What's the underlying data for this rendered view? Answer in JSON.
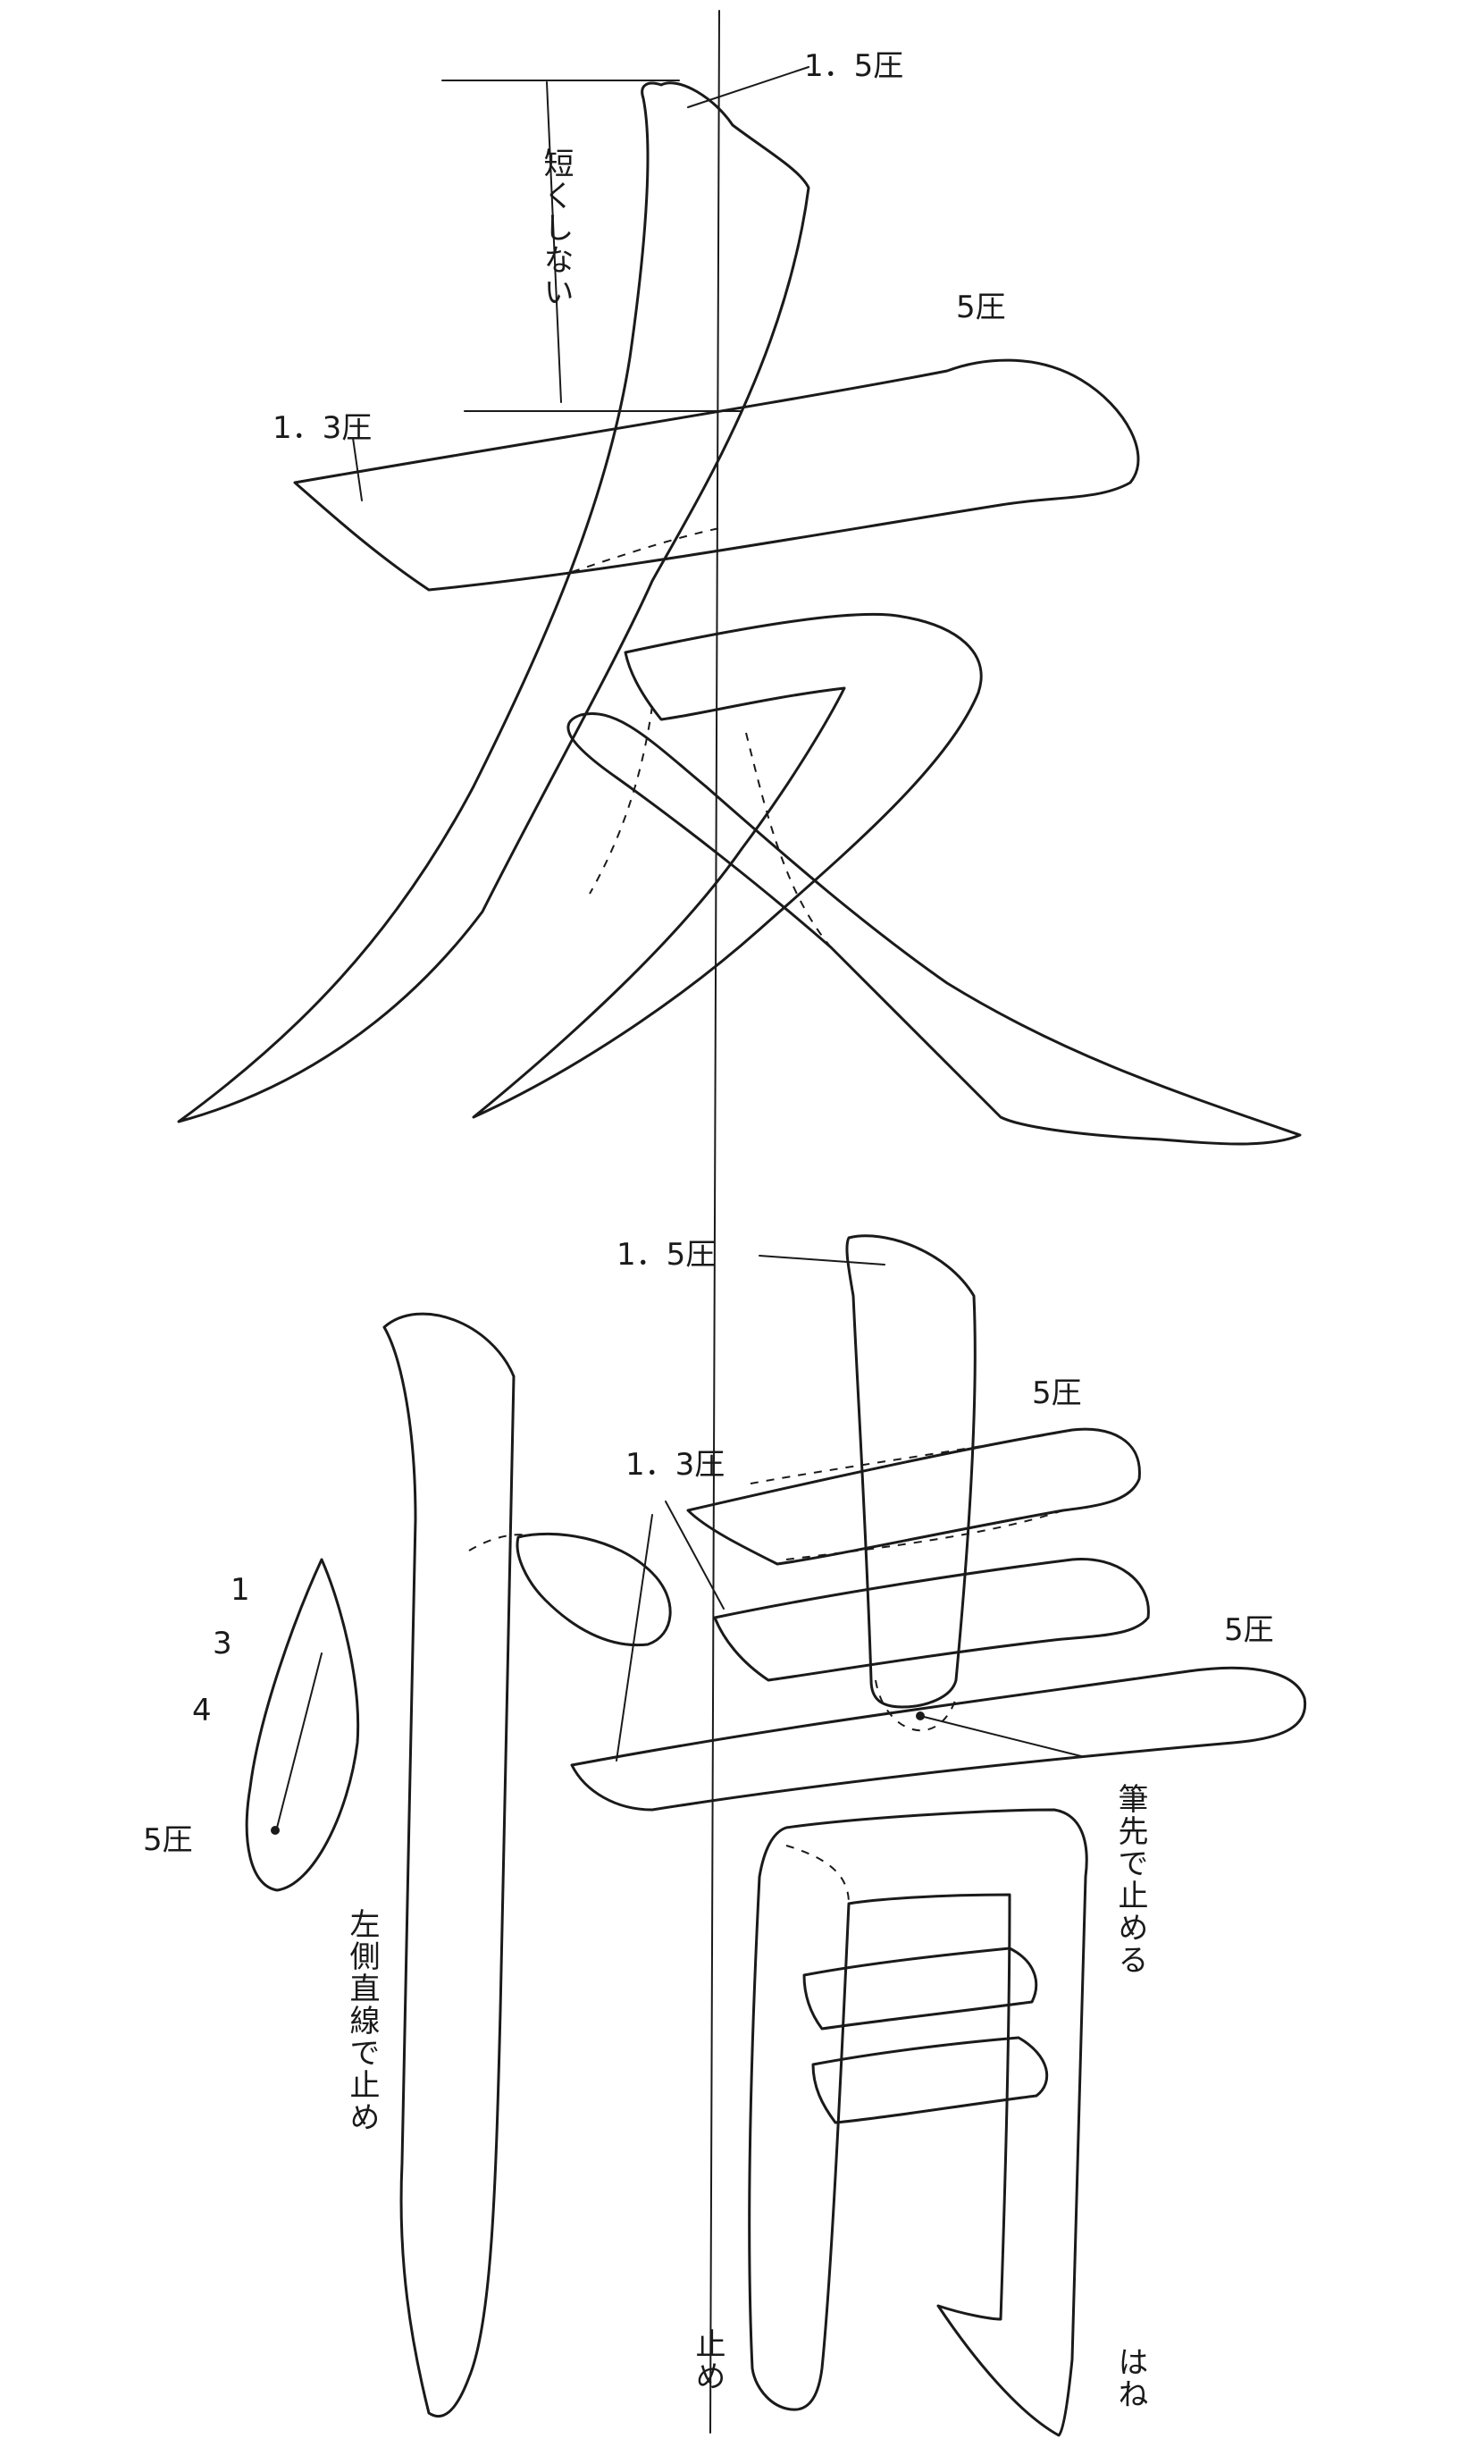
{
  "upper_char": {
    "labels": {
      "pressure_top": "1．5圧",
      "note_not_short": "短くしない",
      "pressure_right": "5圧",
      "pressure_left": "1．3圧"
    }
  },
  "lower_char": {
    "labels": {
      "pressure_top": "1．5圧",
      "pressure_horiz_1": "5圧",
      "pressure_left_horiz": "1．3圧",
      "pressure_horiz_2": "5圧",
      "dot_step_1": "1",
      "dot_step_3": "3",
      "dot_step_4": "4",
      "dot_step_5": "5圧",
      "note_left_side": "左側直線で止め",
      "note_brush_tip": "筆先で止める",
      "note_stop": "止め",
      "note_hane": "はね"
    }
  }
}
